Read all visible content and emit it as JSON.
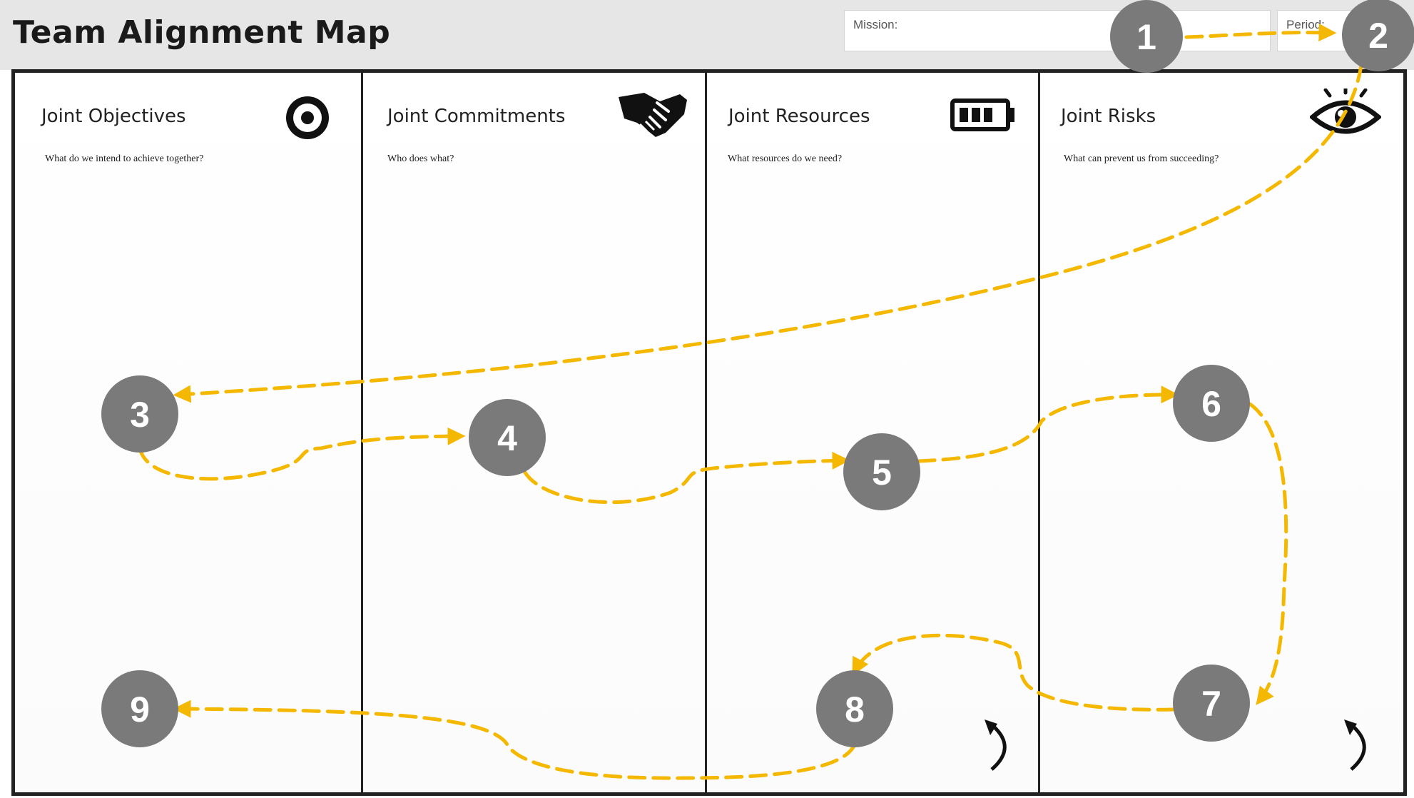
{
  "title": "Team Alignment Map",
  "fields": {
    "mission_label": "Mission:",
    "period_label": "Period:"
  },
  "columns": [
    {
      "title": "Joint Objectives",
      "question": "What do we intend to achieve together?",
      "icon": "target-icon"
    },
    {
      "title": "Joint Commitments",
      "question": "Who does what?",
      "icon": "handshake-icon"
    },
    {
      "title": "Joint Resources",
      "question": "What resources do we need?",
      "icon": "battery-icon"
    },
    {
      "title": "Joint Risks",
      "question": "What can prevent us from succeeding?",
      "icon": "eye-icon"
    }
  ],
  "steps": [
    "1",
    "2",
    "3",
    "4",
    "5",
    "6",
    "7",
    "8",
    "9"
  ],
  "colors": {
    "path": "#f5b800",
    "step_circle": "#7a7a7a",
    "ink": "#222222",
    "header_bg": "#e6e6e6"
  }
}
